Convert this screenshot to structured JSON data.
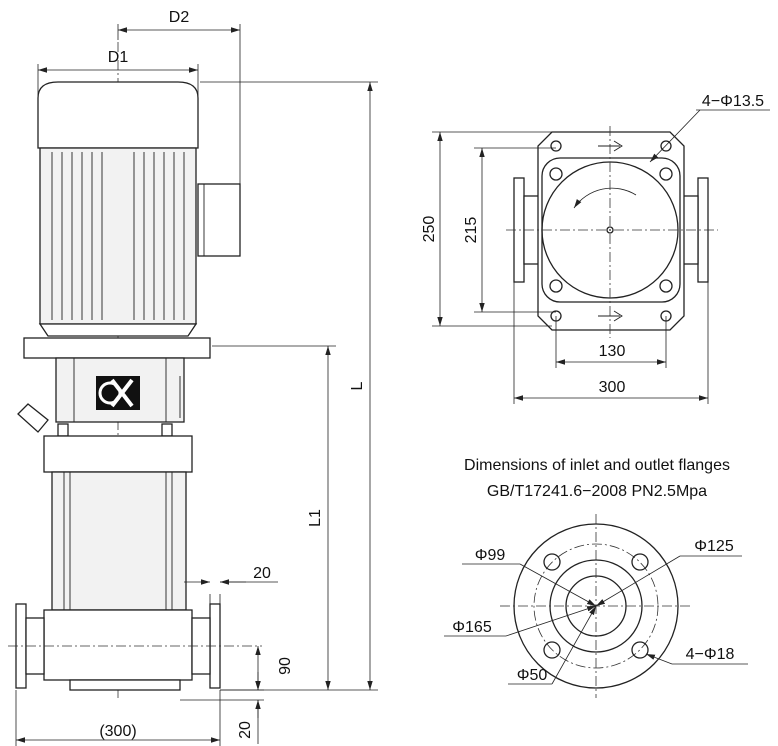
{
  "side_view": {
    "labels": {
      "d2": "D2",
      "d1": "D1",
      "l": "L",
      "l1": "L1",
      "dim_20_top": "20",
      "dim_90": "90",
      "dim_20_bottom": "20",
      "dim_300": "(300)"
    }
  },
  "top_view": {
    "labels": {
      "bolt_holes": "4−Φ13.5",
      "dim_250": "250",
      "dim_215": "215",
      "dim_130": "130",
      "dim_300": "300"
    }
  },
  "flange": {
    "title_line1": "Dimensions of inlet and outlet flanges",
    "title_line2": "GB/T17241.6−2008  PN2.5Mpa",
    "labels": {
      "phi99": "Φ99",
      "phi125": "Φ125",
      "phi165": "Φ165",
      "bolts": "4−Φ18",
      "phi50": "Φ50"
    }
  }
}
